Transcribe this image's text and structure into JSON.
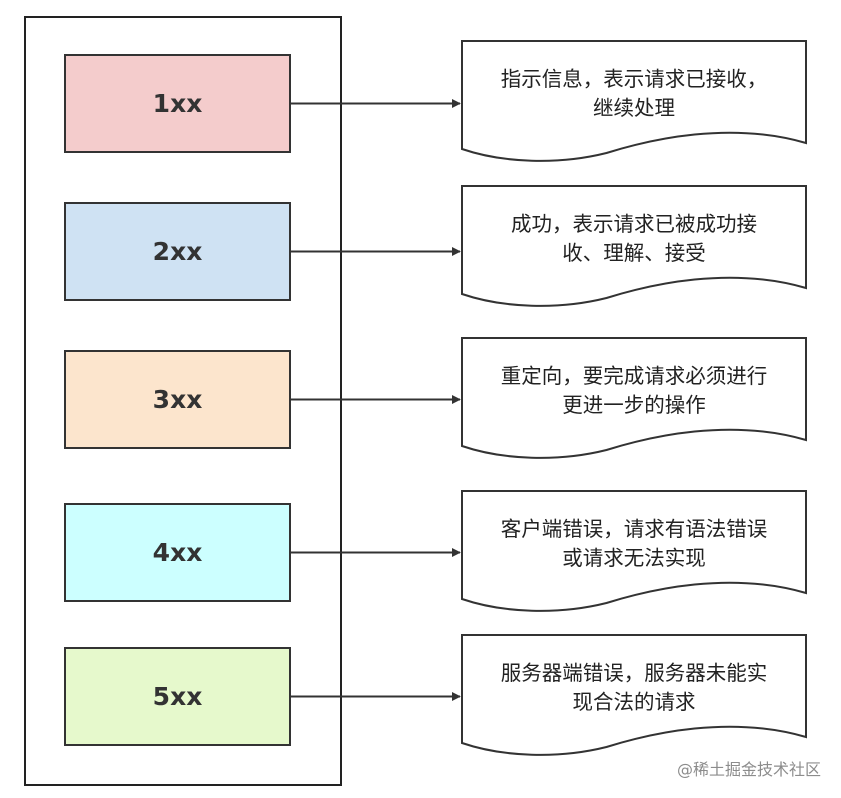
{
  "items": [
    {
      "code": "1xx",
      "fill": "#f4cccc",
      "lines": [
        "指示信息，表示请求已接收，",
        "继续处理"
      ]
    },
    {
      "code": "2xx",
      "fill": "#cfe2f3",
      "lines": [
        "成功，表示请求已被成功接",
        "收、理解、接受"
      ]
    },
    {
      "code": "3xx",
      "fill": "#fce5cd",
      "lines": [
        "重定向，要完成请求必须进行",
        "更进一步的操作"
      ]
    },
    {
      "code": "4xx",
      "fill": "#ccffff",
      "lines": [
        "客户端错误，请求有语法错误",
        "或请求无法实现"
      ]
    },
    {
      "code": "5xx",
      "fill": "#e6f9cc",
      "lines": [
        "服务器端错误，服务器未能实",
        "现合法的请求"
      ]
    }
  ],
  "colors": {
    "stroke": "#333333",
    "container_stroke": "#222222"
  },
  "watermark": "@稀土掘金技术社区"
}
